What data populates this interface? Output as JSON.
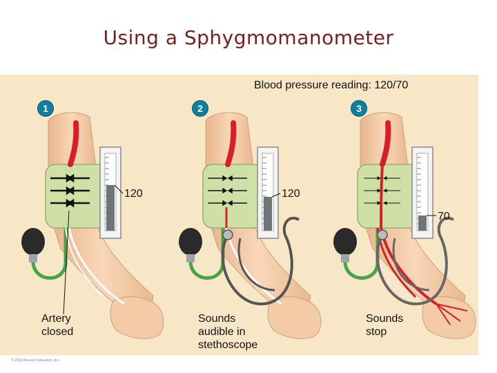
{
  "title": "Using a Sphygmomanometer",
  "reading": "Blood pressure reading: 120/70",
  "steps": [
    {
      "number": "1",
      "gauge_value": "120",
      "caption_line1": "Artery",
      "caption_line2": "closed",
      "caption_line3": ""
    },
    {
      "number": "2",
      "gauge_value": "120",
      "caption_line1": "Sounds",
      "caption_line2": "audible in",
      "caption_line3": "stethoscope"
    },
    {
      "number": "3",
      "gauge_value": "70",
      "caption_line1": "Sounds",
      "caption_line2": "stop",
      "caption_line3": ""
    }
  ],
  "copyright": "© 2010 Pearson Education, Inc.",
  "colors": {
    "title": "#7a1d1d",
    "panel": "#f7e7c6",
    "badge": "#0f7fa1",
    "cuff": "#cfe0a6",
    "artery": "#d81f26",
    "tube": "#4aa24a",
    "skin": "#f3cba6"
  }
}
